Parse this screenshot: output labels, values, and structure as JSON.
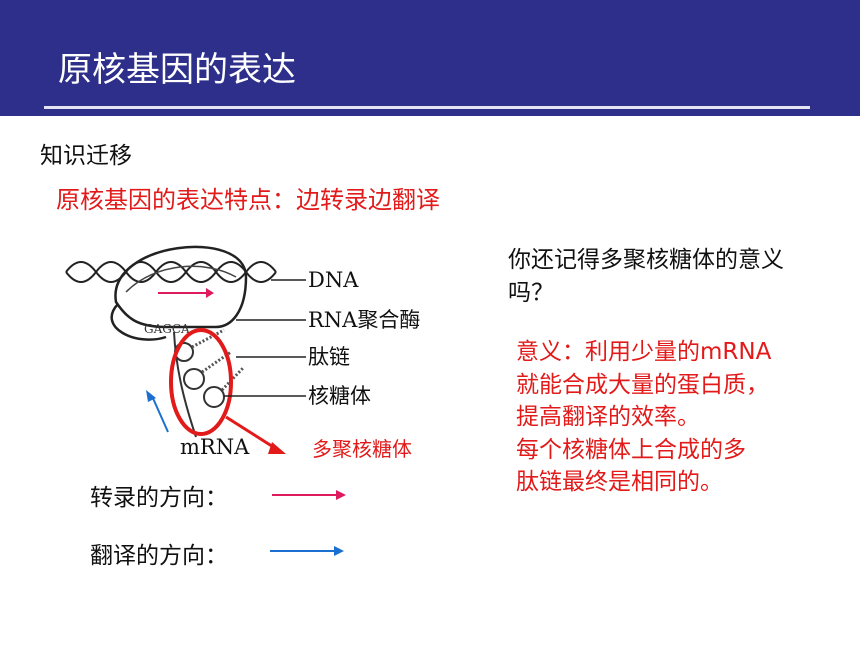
{
  "header": {
    "title": "原核基因的表达"
  },
  "section_label": "知识迁移",
  "feature_text": "原核基因的表达特点：边转录边翻译",
  "question_text": "你还记得多聚核糖体的意义吗？",
  "answer": {
    "lines": [
      "意义：利用少量的mRNA",
      "就能合成大量的蛋白质，",
      "提高翻译的效率。",
      "每个核糖体上合成的多",
      "肽链最终是相同的。"
    ]
  },
  "diagram": {
    "labels": {
      "dna": "DNA",
      "rna_pol": "RNA聚合酶",
      "peptide": "肽链",
      "ribosome": "核糖体",
      "mrna": "mRNA",
      "sequence": "GAGCA"
    },
    "polysome_label": "多聚核糖体"
  },
  "legend": {
    "transcription_label": "转录的方向：",
    "translation_label": "翻译的方向："
  },
  "colors": {
    "header_bg": "#2e2f8a",
    "accent_red": "#e21a1a",
    "transcription_arrow": "#e01a5f",
    "translation_arrow": "#1a6fd0"
  }
}
